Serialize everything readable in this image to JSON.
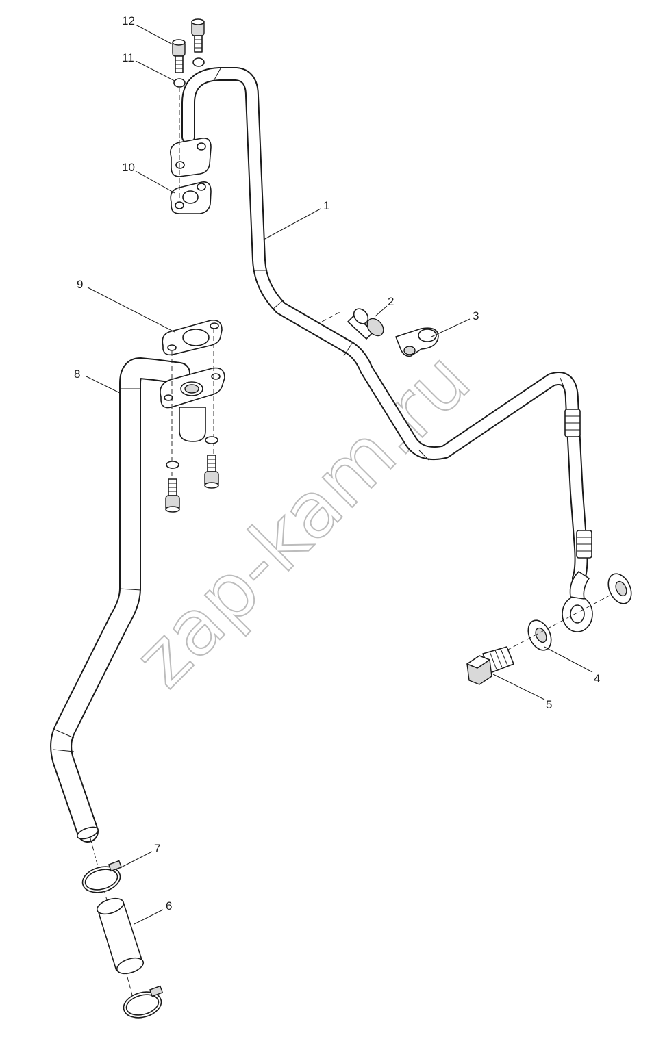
{
  "watermark": "zap-kam.ru",
  "callouts": {
    "c1": "1",
    "c2": "2",
    "c3": "3",
    "c4": "4",
    "c5": "5",
    "c6": "6",
    "c7": "7",
    "c8": "8",
    "c9": "9",
    "c10": "10",
    "c11": "11",
    "c12": "12"
  },
  "icons": {
    "pipe-1": "oil-supply-pipe",
    "sleeve-2": "sleeve",
    "clamp-3": "pipe-clip",
    "washer-4": "sealing-washer",
    "bolt-5": "banjo-bolt",
    "hose-6": "rubber-hose",
    "clamp-7": "hose-clamp",
    "pipe-8": "oil-drain-pipe",
    "gasket-9": "flange-gasket",
    "gasket-10": "flange-gasket",
    "washer-11": "spring-washer",
    "screw-12": "socket-cap-screw"
  }
}
